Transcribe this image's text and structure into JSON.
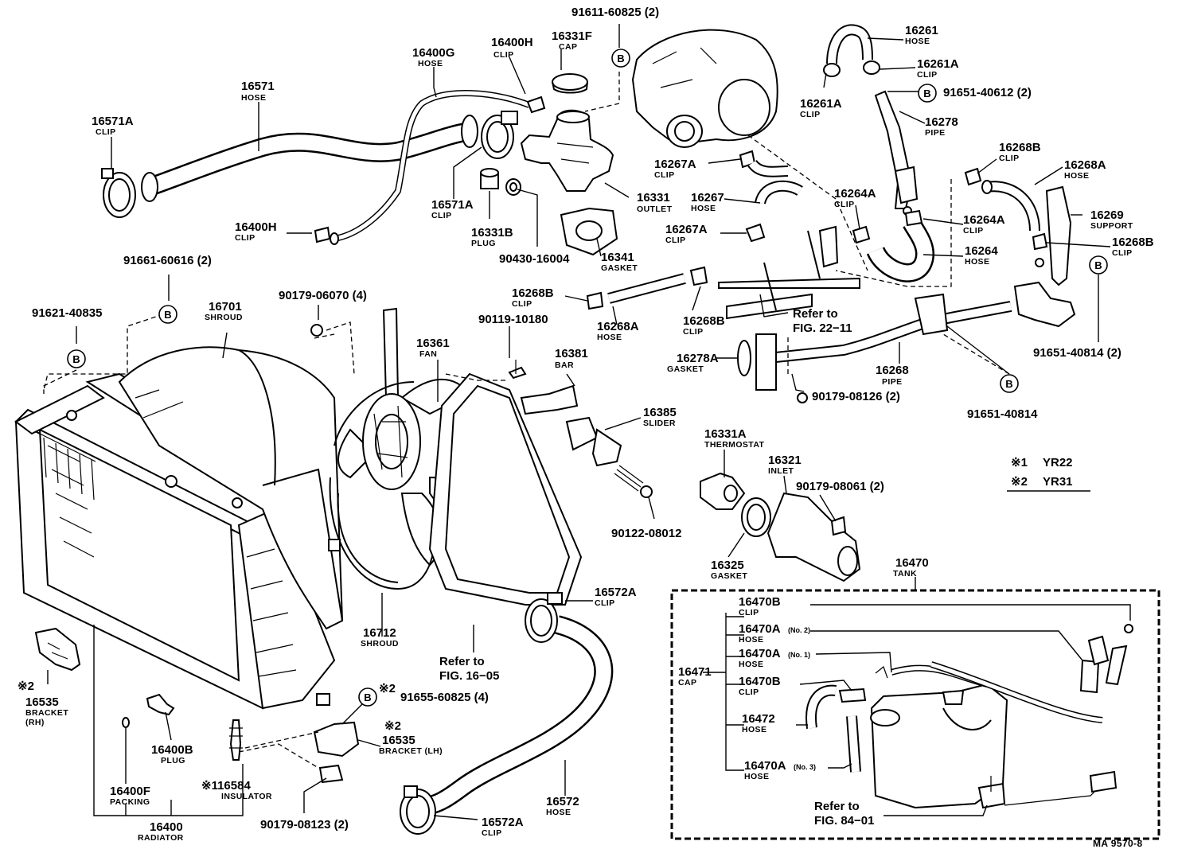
{
  "labels": {
    "p91611_60825": "91611-60825 (2)",
    "p16400H_top": "16400H",
    "d16400H_top": "CLIP",
    "p16331F": "16331F",
    "d16331F": "CAP",
    "p16400G": "16400G",
    "d16400G": "HOSE",
    "p16571": "16571",
    "d16571": "HOSE",
    "p16571A_l": "16571A",
    "d16571A_l": "CLIP",
    "p16571A_r": "16571A",
    "d16571A_r": "CLIP",
    "p16331B": "16331B",
    "d16331B": "PLUG",
    "p90430": "90430-16004",
    "p16331": "16331",
    "d16331": "OUTLET",
    "p16341": "16341",
    "d16341": "GASKET",
    "p16400H_bot": "16400H",
    "d16400H_bot": "CLIP",
    "p16261": "16261",
    "d16261": "HOSE",
    "p16261A_r": "16261A",
    "d16261A_r": "CLIP",
    "p16261A_l": "16261A",
    "d16261A_l": "CLIP",
    "p91651_40612": "91651-40612 (2)",
    "p16278": "16278",
    "d16278": "PIPE",
    "p16267A_t": "16267A",
    "d16267A_t": "CLIP",
    "p16267": "16267",
    "d16267": "HOSE",
    "p16267A_b": "16267A",
    "d16267A_b": "CLIP",
    "p16264A_t": "16264A",
    "d16264A_t": "CLIP",
    "p16264A_r": "16264A",
    "d16264A_r": "CLIP",
    "p16264": "16264",
    "d16264": "HOSE",
    "p16268B_t": "16268B",
    "d16268B_t": "CLIP",
    "p16268A_t": "16268A",
    "d16268A_t": "HOSE",
    "p16269": "16269",
    "d16269": "SUPPORT",
    "p16268B_r": "16268B",
    "d16268B_r": "CLIP",
    "p16268B_l": "16268B",
    "d16268B_l": "CLIP",
    "p16268A_m": "16268A",
    "d16268A_m": "HOSE",
    "p16268B_m": "16268B",
    "d16268B_m": "CLIP",
    "refer_22_1": "Refer to",
    "refer_22_2": "FIG. 22−11",
    "p91661": "91661-60616 (2)",
    "p91621": "91621-40835",
    "p16701": "16701",
    "d16701": "SHROUD",
    "p90179_06070": "90179-06070 (4)",
    "p90119": "90119-10180",
    "p16361": "16361",
    "d16361": "FAN",
    "p16381": "16381",
    "d16381": "BAR",
    "p16385": "16385",
    "d16385": "SLIDER",
    "p16278A": "16278A",
    "d16278A": "GASKET",
    "p16268": "16268",
    "d16268": "PIPE",
    "p90179_08126": "90179-08126 (2)",
    "p91651_40814_r": "91651-40814 (2)",
    "p91651_40814_b": "91651-40814",
    "p16331A": "16331A",
    "d16331A": "THERMOSTAT",
    "p16321": "16321",
    "d16321": "INLET",
    "p90179_08061": "90179-08061 (2)",
    "p16325": "16325",
    "d16325": "GASKET",
    "p90122": "90122-08012",
    "note1_mark": "※1",
    "note1_val": "YR22",
    "note2_mark": "※2",
    "note2_val": "YR31",
    "p16470": "16470",
    "d16470": "TANK",
    "p16470B_t": "16470B",
    "d16470B_t": "CLIP",
    "p16470A_2": "16470A",
    "s16470A_2": "(No. 2)",
    "d16470A_2": "HOSE",
    "p16470A_1": "16470A",
    "s16470A_1": "(No. 1)",
    "d16470A_1": "HOSE",
    "p16471": "16471",
    "d16471": "CAP",
    "p16470B_b": "16470B",
    "d16470B_b": "CLIP",
    "p16472": "16472",
    "d16472": "HOSE",
    "p16470A_3": "16470A",
    "s16470A_3": "(No. 3)",
    "d16470A_3": "HOSE",
    "refer_84_1": "Refer to",
    "refer_84_2": "FIG. 84−01",
    "p16572A_t": "16572A",
    "d16572A_t": "CLIP",
    "refer_16_1": "Refer to",
    "refer_16_2": "FIG. 16−05",
    "p16712": "16712",
    "d16712": "SHROUD",
    "p16572": "16572",
    "d16572": "HOSE",
    "p16572A_b": "16572A",
    "d16572A_b": "CLIP",
    "p91655": "91655-60825 (4)",
    "m91655": "※2",
    "p16535_lh": "16535",
    "d16535_lh": "BRACKET (LH)",
    "m16535_lh": "※2",
    "p16535_rh": "16535",
    "d16535_rh": "BRACKET",
    "d16535_rh2": "(RH)",
    "m16535_rh": "※2",
    "p16400B": "16400B",
    "d16400B": "PLUG",
    "p16584": "※116584",
    "d16584": "INSULATOR",
    "p16400F": "16400F",
    "d16400F": "PACKING",
    "p16400": "16400",
    "d16400": "RADIATOR",
    "p90179_08123": "90179-08123 (2)",
    "code": "MA 9570-8",
    "b_mark": "B"
  }
}
